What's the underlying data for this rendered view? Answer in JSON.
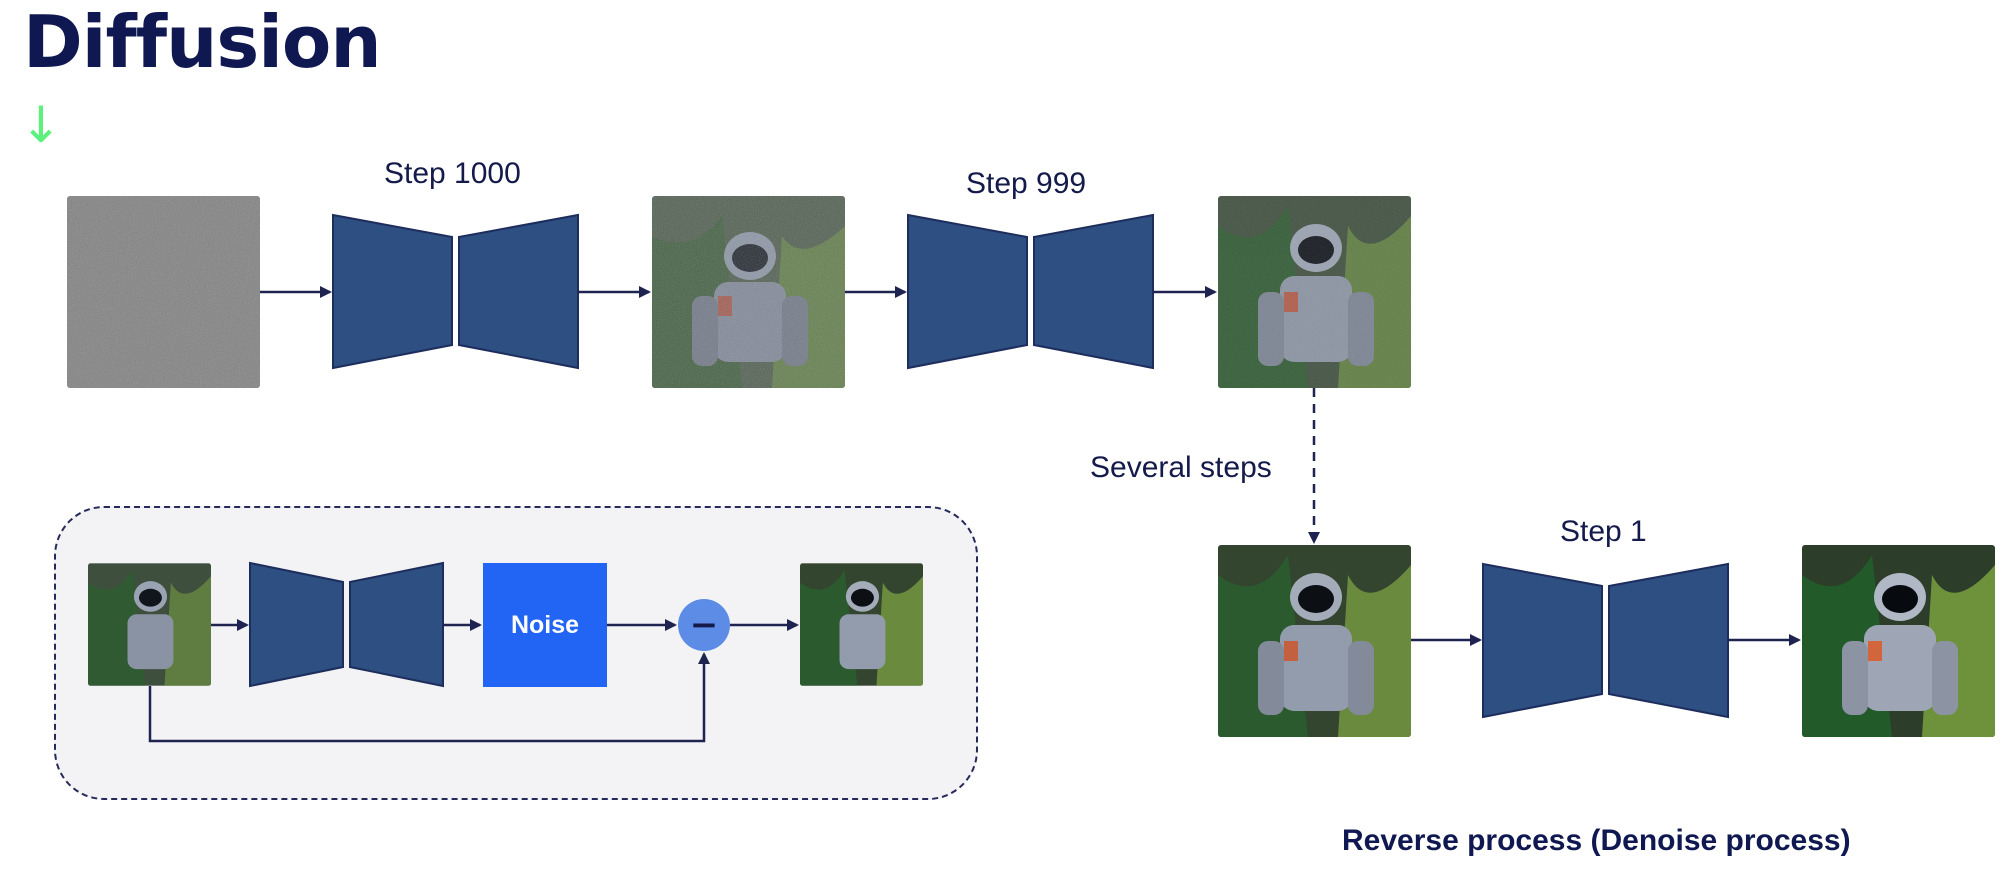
{
  "title": "Diffusion",
  "down_arrow_glyph": "↓",
  "steps": {
    "step_1000": "Step 1000",
    "step_999": "Step 999",
    "several_steps": "Several steps",
    "step_1": "Step 1"
  },
  "inset": {
    "noise_label": "Noise",
    "minus_symbol": "−"
  },
  "caption": "Reverse process (Denoise process)",
  "colors": {
    "encoder_fill": "#2d4f82",
    "encoder_stroke": "#1d2d5c",
    "arrow": "#1f2350",
    "noise_block": "#2264f4",
    "minus_node": "#5d8ce6",
    "accent_arrow": "#5cf07d",
    "inset_bg": "#f3f3f6"
  }
}
